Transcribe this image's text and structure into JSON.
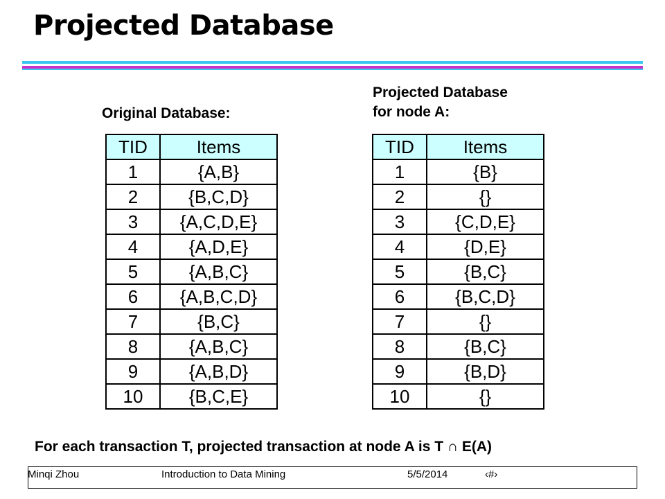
{
  "slide": {
    "title": "Projected Database",
    "bottom_text": "For each transaction T, projected transaction at node A is T ∩ E(A)"
  },
  "original": {
    "label": "Original Database:",
    "headers": {
      "tid": "TID",
      "items": "Items"
    },
    "rows": [
      {
        "tid": "1",
        "items": "{A,B}"
      },
      {
        "tid": "2",
        "items": "{B,C,D}"
      },
      {
        "tid": "3",
        "items": "{A,C,D,E}"
      },
      {
        "tid": "4",
        "items": "{A,D,E}"
      },
      {
        "tid": "5",
        "items": "{A,B,C}"
      },
      {
        "tid": "6",
        "items": "{A,B,C,D}"
      },
      {
        "tid": "7",
        "items": "{B,C}"
      },
      {
        "tid": "8",
        "items": "{A,B,C}"
      },
      {
        "tid": "9",
        "items": "{A,B,D}"
      },
      {
        "tid": "10",
        "items": "{B,C,E}"
      }
    ]
  },
  "projected": {
    "label_line1": "Projected Database",
    "label_line2": "for node A:",
    "headers": {
      "tid": "TID",
      "items": "Items"
    },
    "rows": [
      {
        "tid": "1",
        "items": "{B}"
      },
      {
        "tid": "2",
        "items": "{}"
      },
      {
        "tid": "3",
        "items": "{C,D,E}"
      },
      {
        "tid": "4",
        "items": "{D,E}"
      },
      {
        "tid": "5",
        "items": "{B,C}"
      },
      {
        "tid": "6",
        "items": "{B,C,D}"
      },
      {
        "tid": "7",
        "items": "{}"
      },
      {
        "tid": "8",
        "items": "{B,C}"
      },
      {
        "tid": "9",
        "items": "{B,D}"
      },
      {
        "tid": "10",
        "items": "{}"
      }
    ]
  },
  "footer": {
    "author": "Minqi Zhou",
    "course": "Introduction to Data Mining",
    "date": "5/5/2014",
    "page": "‹#›"
  },
  "colors": {
    "header_fill": "#ccffff",
    "rule_cyan": "#39c6f0",
    "rule_magenta": "#c832c8"
  }
}
